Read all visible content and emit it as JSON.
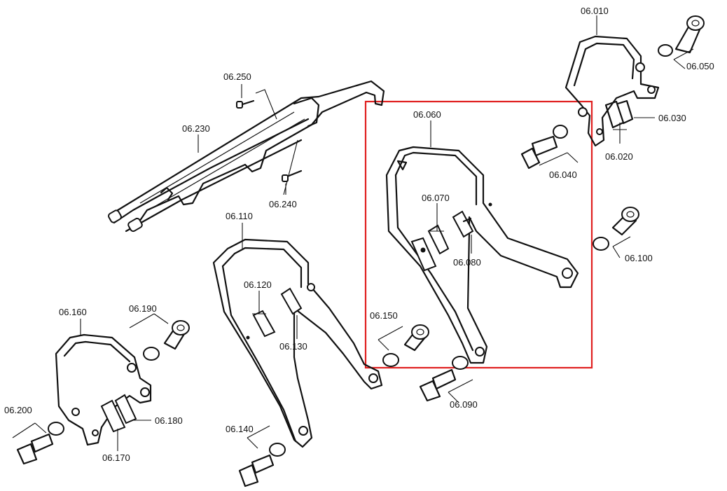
{
  "labels": {
    "p06010": "06.010",
    "p06020": "06.020",
    "p06030": "06.030",
    "p06040": "06.040",
    "p06050": "06.050",
    "p06060": "06.060",
    "p06070": "06.070",
    "p06080": "06.080",
    "p06090": "06.090",
    "p06100": "06.100",
    "p06110": "06.110",
    "p06120": "06.120",
    "p06130": "06.130",
    "p06140": "06.140",
    "p06150": "06.150",
    "p06160": "06.160",
    "p06170": "06.170",
    "p06180": "06.180",
    "p06190": "06.190",
    "p06200": "06.200",
    "p06230": "06.230",
    "p06240": "06.240",
    "p06250": "06.250"
  },
  "highlight_color": "#e02020"
}
